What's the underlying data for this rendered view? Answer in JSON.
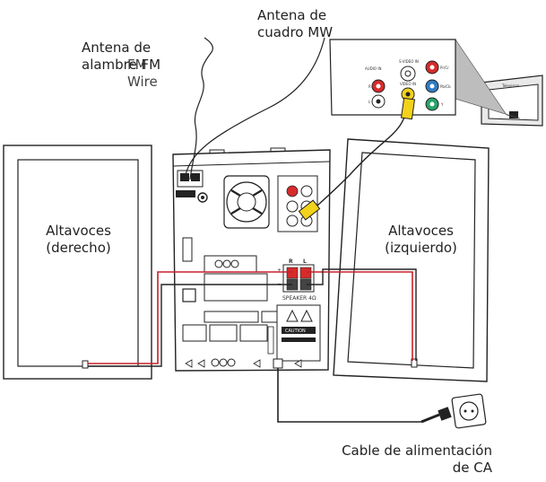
{
  "labels": {
    "mw_antenna": [
      "Antena de",
      "cuadro MW"
    ],
    "fm_antenna_line1": "Antena de",
    "fm_antenna_line2": "alambre FM",
    "fm_wire_overlay": "FM Wire",
    "speaker_right": [
      "Altavoces",
      "(derecho)"
    ],
    "speaker_left": [
      "Altavoces",
      "(izquierdo)"
    ],
    "power_cable": [
      "Cable de alimentación",
      "de CA"
    ]
  },
  "panel_text": {
    "speaker_header": "SPEAKER 4Ω",
    "channel_r": "R",
    "channel_l": "L",
    "plus": "+",
    "minus": "−",
    "caution": "CAUTION",
    "television": "Television",
    "audio_in": "AUDIO IN",
    "svideo_in": "S-VIDEO IN",
    "video_in": "VIDEO IN",
    "pr_cr": "Pr/Cr",
    "pb_cb": "Pb/Cb",
    "y": "Y",
    "r": "R",
    "l": "L"
  },
  "colors": {
    "outline": "#222222",
    "wire_red": "#c8202a",
    "wire_dark": "#222222",
    "jack_red": "#d62b2b",
    "jack_yellow": "#f2d21b",
    "jack_green": "#2aa36a",
    "jack_blue": "#2f7cc2"
  }
}
